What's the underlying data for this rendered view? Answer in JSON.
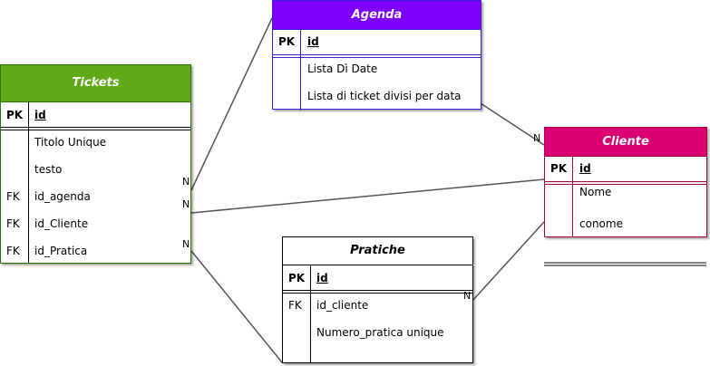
{
  "entities": {
    "agenda": {
      "title": "Agenda",
      "header_color": "#7F00FF",
      "border_color": "#3C1FD0",
      "pk_key": "PK",
      "pk_field": "id",
      "fields": [
        "Lista Dì Date",
        "Lista di ticket divisi per data"
      ]
    },
    "tickets": {
      "title": "Tickets",
      "header_color": "#60A917",
      "border_color": "#2D7600",
      "pk_key": "PK",
      "pk_field": "id",
      "rows": [
        {
          "key": "",
          "name": "Titolo Unique"
        },
        {
          "key": "",
          "name": "testo"
        },
        {
          "key": "FK",
          "name": "id_agenda"
        },
        {
          "key": "FK",
          "name": "id_Cliente"
        },
        {
          "key": "FK",
          "name": "id_Pratica"
        }
      ]
    },
    "cliente": {
      "title": "Cliente",
      "header_color": "#D80073",
      "border_color": "#A50040",
      "pk_key": "PK",
      "pk_field": "id",
      "fields": [
        "Nome",
        "conome"
      ]
    },
    "pratiche": {
      "title": "Pratiche",
      "header_color": "#FFFFFF",
      "border_color": "#000000",
      "pk_key": "PK",
      "pk_field": "id",
      "rows": [
        {
          "key": "FK",
          "name": "id_cliente"
        },
        {
          "key": "",
          "name": "Numero_pratica unique"
        }
      ]
    }
  },
  "cardinality": {
    "tickets_agenda": "N",
    "tickets_cliente": "N",
    "tickets_pratica": "N",
    "agenda_cliente": "N",
    "pratiche_cliente": "N"
  }
}
